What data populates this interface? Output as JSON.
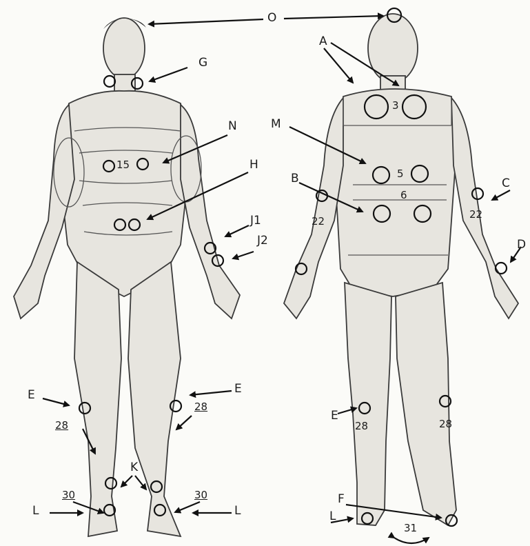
{
  "labels": {
    "O": "O",
    "A": "A",
    "G": "G",
    "N": "N",
    "M": "M",
    "H": "H",
    "B": "B",
    "C": "C",
    "J1": "J1",
    "J2": "J2",
    "D": "D",
    "E_left": "E",
    "E_right": "E",
    "E_back": "E",
    "K": "K",
    "L_left": "L",
    "L_right": "L",
    "L_back": "L",
    "F": "F"
  },
  "numbers": {
    "n3": "3",
    "n15": "15",
    "n5": "5",
    "n6": "6",
    "n22_left": "22",
    "n22_right": "22",
    "n28_front_left": "28",
    "n28_front_right": "28",
    "n28_back_left": "28",
    "n28_back_right": "28",
    "n30_left": "30",
    "n30_right": "30",
    "n31": "31"
  }
}
